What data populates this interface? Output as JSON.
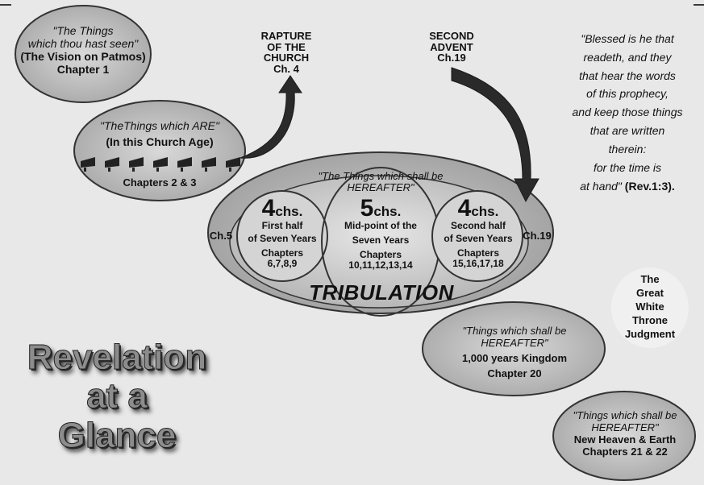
{
  "title": {
    "line1": "Revelation",
    "line2": "at a",
    "line3": "Glance"
  },
  "past": {
    "quote1": "\"The Things",
    "quote2": "which thou hast seen\"",
    "vision": "(The Vision on Patmos)",
    "chapter": "Chapter 1"
  },
  "present": {
    "quote": "\"TheThings which ARE\"",
    "age": "(In this Church Age)",
    "chapters": "Chapters 2 & 3"
  },
  "rapture": {
    "line1": "RAPTURE",
    "line2": "OF THE",
    "line3": "CHURCH",
    "line4": "Ch. 4"
  },
  "advent": {
    "line1": "SECOND",
    "line2": "ADVENT",
    "line3": "Ch.19"
  },
  "blessed": {
    "lines": [
      "\"Blessed is he that",
      "readeth, and they",
      "that hear the words",
      "of this prophecy,",
      "and keep those things",
      "that are written",
      "therein:",
      "for the time is"
    ],
    "last_italic": "at hand\"",
    "reference": " (Rev.1:3)."
  },
  "hereafter": {
    "line1": "\"The Things which shall be",
    "line2": "HEREAFTER\""
  },
  "ch5": "Ch.5",
  "ch19": "Ch.19",
  "first_half": {
    "num": "4",
    "unit": "chs.",
    "line1": "First half",
    "line2": "of Seven Years",
    "line3": "Chapters",
    "line4": "6,7,8,9"
  },
  "midpoint": {
    "num": "5",
    "unit": "chs.",
    "line1": "Mid-point of the",
    "line2": "Seven Years",
    "line3": "Chapters",
    "line4": "10,11,12,13,14"
  },
  "second_half": {
    "num": "4",
    "unit": "chs.",
    "line1": "Second half",
    "line2": "of Seven Years",
    "line3": "Chapters",
    "line4": "15,16,17,18"
  },
  "tribulation": "TRIBULATION",
  "throne": {
    "line1": "The",
    "line2": "Great",
    "line3": "White",
    "line4": "Throne",
    "line5": "Judgment"
  },
  "kingdom": {
    "quote1": "\"Things which shall be",
    "quote2": "HEREAFTER\"",
    "line1": "1,000 years Kingdom",
    "line2": "Chapter 20"
  },
  "new_heaven": {
    "quote1": "\"Things which shall be",
    "quote2": "HEREAFTER\"",
    "line1": "New Heaven & Earth",
    "line2": "Chapters 21 & 22"
  }
}
